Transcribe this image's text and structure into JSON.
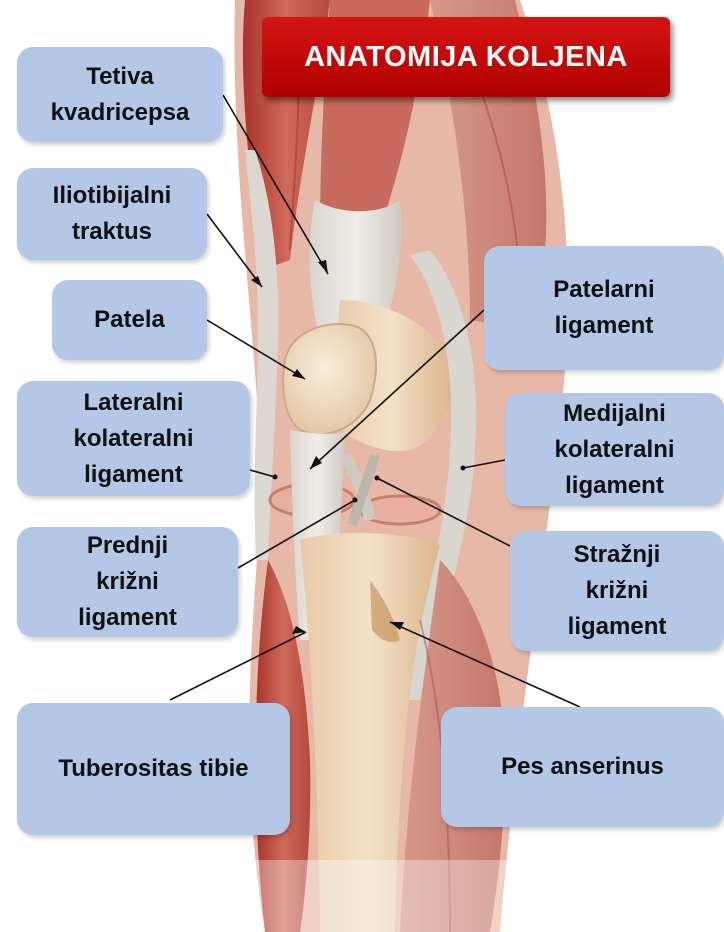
{
  "title": "ANATOMIJA KOLJENA",
  "labels": {
    "tetiva_kvadricepsa": "Tetiva\nkvadricepsa",
    "iliotibijalni_traktus": "Iliotibijalni\ntraktus",
    "patela": "Patela",
    "lateralni_kolateralni_ligament": "Lateralni\nkolateralni\nligament",
    "prednji_krizni_ligament": "Prednji\nkrižni\nligament",
    "tuberositas_tibie": "Tuberositas tibie",
    "patelarni_ligament": "Patelarni\nligament",
    "medijalni_kolateralni_ligament": "Medijalni\nkolateralni\nligament",
    "straznji_krizni_ligament": "Stražnji\nkrižni\nligament",
    "pes_anserinus": "Pes anserinus"
  },
  "colors": {
    "title_background": "#c40a0a",
    "label_background": "#b4c7e7",
    "label_text": "#111111",
    "leader_line": "#111111"
  }
}
